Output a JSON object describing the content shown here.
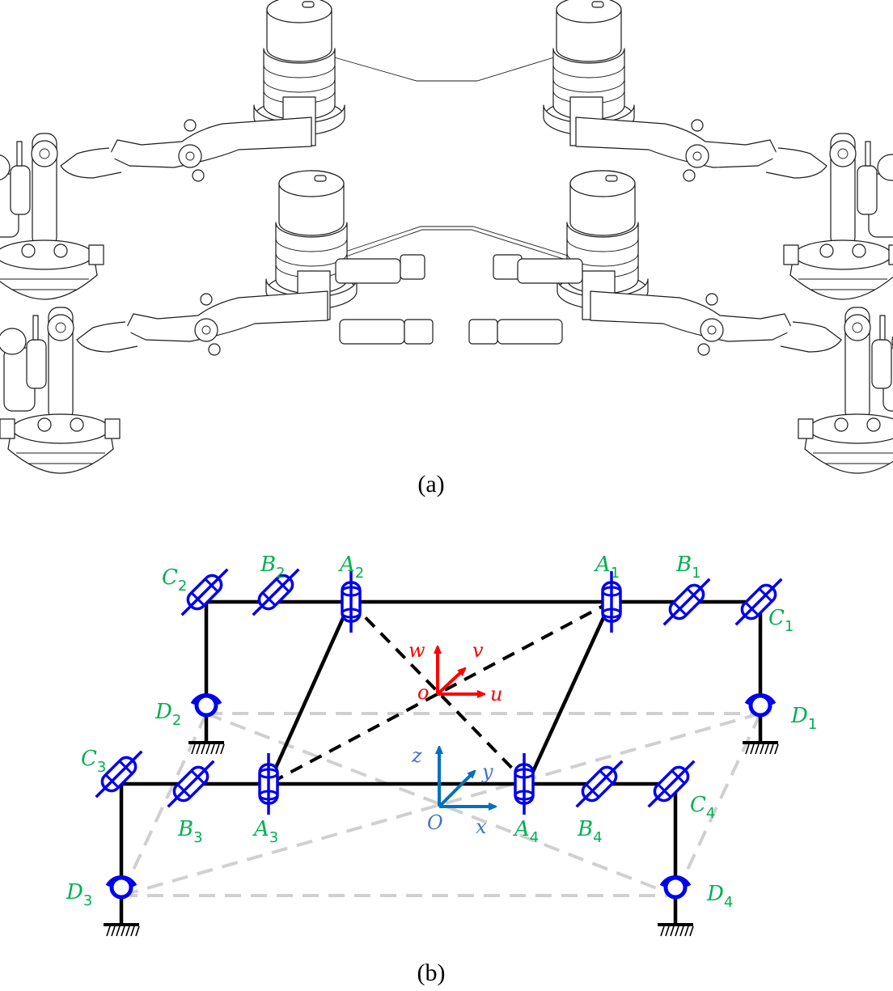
{
  "figure": {
    "panel_a": {
      "caption": "(a)",
      "description": "CAD line drawing of a four-legged parallel mechanism with two upper revolute actuators per side, arm linkages and wheeled feet"
    },
    "panel_b": {
      "caption": "(b)",
      "description": "Kinematic schematic of the parallel mechanism with revolute joints A, B, C and spherical joints D"
    }
  },
  "colors": {
    "joint": "#0000ee",
    "joint_label": "#00b050",
    "moving_frame": "#ff0000",
    "fixed_frame": "#0070c0",
    "link": "#000000",
    "base_dash": "#d0d0d0"
  },
  "joints": {
    "A1": {
      "letter": "A",
      "index": "1",
      "type": "revolute-vertical"
    },
    "A2": {
      "letter": "A",
      "index": "2",
      "type": "revolute-vertical"
    },
    "A3": {
      "letter": "A",
      "index": "3",
      "type": "revolute-vertical"
    },
    "A4": {
      "letter": "A",
      "index": "4",
      "type": "revolute-vertical"
    },
    "B1": {
      "letter": "B",
      "index": "1",
      "type": "revolute-inclined"
    },
    "B2": {
      "letter": "B",
      "index": "2",
      "type": "revolute-inclined"
    },
    "B3": {
      "letter": "B",
      "index": "3",
      "type": "revolute-inclined"
    },
    "B4": {
      "letter": "B",
      "index": "4",
      "type": "revolute-inclined"
    },
    "C1": {
      "letter": "C",
      "index": "1",
      "type": "revolute-inclined"
    },
    "C2": {
      "letter": "C",
      "index": "2",
      "type": "revolute-inclined"
    },
    "C3": {
      "letter": "C",
      "index": "3",
      "type": "revolute-inclined"
    },
    "C4": {
      "letter": "C",
      "index": "4",
      "type": "revolute-inclined"
    },
    "D1": {
      "letter": "D",
      "index": "1",
      "type": "spherical-grounded"
    },
    "D2": {
      "letter": "D",
      "index": "2",
      "type": "spherical-grounded"
    },
    "D3": {
      "letter": "D",
      "index": "3",
      "type": "spherical-grounded"
    },
    "D4": {
      "letter": "D",
      "index": "4",
      "type": "spherical-grounded"
    }
  },
  "frames": {
    "moving": {
      "origin": "o",
      "axes": [
        "u",
        "v",
        "w"
      ]
    },
    "fixed": {
      "origin": "O",
      "axes": [
        "x",
        "y",
        "z"
      ]
    }
  }
}
